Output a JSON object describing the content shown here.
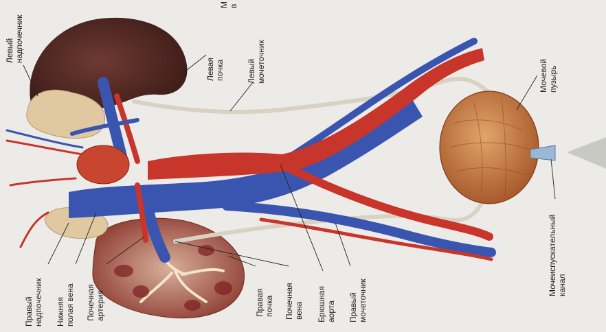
{
  "labels": {
    "left_adrenal": [
      "Левый",
      "надпочечник"
    ],
    "left_kidney": [
      "Левая",
      "почка"
    ],
    "left_ureter": [
      "Левый",
      "мочеточник"
    ],
    "bladder": [
      "Мочевой",
      "пузырь"
    ],
    "cutoff_top": [
      "М",
      "в"
    ],
    "right_adrenal": [
      "Правый",
      "надпочечник"
    ],
    "inferior_vena_cava": [
      "Нижняя",
      "полая вена"
    ],
    "renal_artery": [
      "Почечная",
      "артерия"
    ],
    "right_kidney": [
      "Правая",
      "почка"
    ],
    "renal_vein": [
      "Почечная",
      "вена"
    ],
    "abdominal_aorta": [
      "Брюшная",
      "аорта"
    ],
    "right_ureter": [
      "Правый",
      "мочеточник"
    ],
    "urethra": [
      "Мочеиспускательный",
      "канал"
    ]
  },
  "colors": {
    "background": "#ecebe8",
    "kidney": "#5a2a24",
    "adrenal": "#e0c8a0",
    "artery": "#c8352b",
    "vein": "#3a55b0",
    "ureter": "#d9d2c3",
    "bladder": "#c9824a",
    "urethra_tip": "#9ab8d6"
  }
}
